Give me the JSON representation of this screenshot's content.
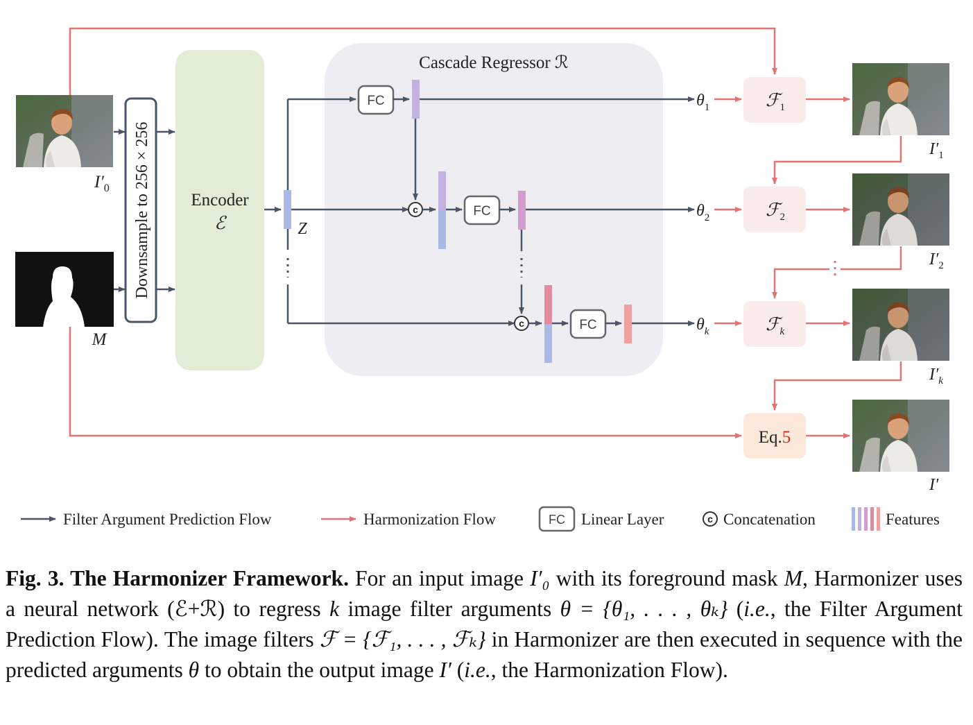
{
  "diagram": {
    "regressor_title": "Cascade Regressor ℛ",
    "encoder_label": "Encoder",
    "encoder_symbol": "ℰ",
    "downsample_label": "Downsample to 256 × 256",
    "input_image_label": "I′",
    "input_image_sub": "0",
    "mask_label": "M",
    "z_label": "Z",
    "fc_label": "FC",
    "concat_symbol": "c",
    "theta_label": "θ",
    "filters": [
      {
        "symbol": "ℱ",
        "sub": "1"
      },
      {
        "symbol": "ℱ",
        "sub": "2"
      },
      {
        "symbol": "ℱ",
        "sub": "k"
      }
    ],
    "thetas": [
      "1",
      "2",
      "k"
    ],
    "outputs": [
      {
        "label": "I′",
        "sub": "1"
      },
      {
        "label": "I′",
        "sub": "2"
      },
      {
        "label": "I′",
        "sub": "k"
      },
      {
        "label": "I′",
        "sub": ""
      }
    ],
    "eq_label": "Eq.",
    "eq_number": "5"
  },
  "legend": {
    "filter_flow": "Filter Argument Prediction Flow",
    "harmonization_flow": "Harmonization Flow",
    "fc_badge": "FC",
    "linear_layer": "Linear Layer",
    "concat_symbol": "c",
    "concatenation": "Concatenation",
    "features": "Features"
  },
  "caption": {
    "lead": "Fig. 3. The Harmonizer Framework.",
    "t1": " For an input image ",
    "m1": "I′₀",
    "t2": " with its foreground mask ",
    "m2": "M",
    "t3": ", Harmonizer uses a neural network (ℰ+ℛ) to regress ",
    "m3": "k",
    "t4": " image filter arguments ",
    "m4": "θ = {θ₁, . . . , θₖ}",
    "t5": " (",
    "m5": "i.e.",
    "t6": ", the Filter Argument Prediction Flow). The image filters ",
    "m6": "ℱ = {ℱ₁, . . . , ℱₖ}",
    "t7": " in Harmonizer are then executed in sequence with the predicted arguments ",
    "m7": "θ",
    "t8": " to obtain the output image ",
    "m8": "I′",
    "t9": " (",
    "m9": "i.e.",
    "t10": ", the Harmonization Flow)."
  },
  "colors": {
    "flow_blue": "#4a5568",
    "harmonization_red": "#e07373",
    "encoder_green": "#e2edd5",
    "regressor_gray": "#eeedf1",
    "filter_box": "#fbecec",
    "eq_box": "#fde8dc",
    "eq_number": "#e0241c",
    "feature_blue": "#aab8e6",
    "feature_purple": "#c2b2e0",
    "feature_mauve": "#d49ccf",
    "feature_pink": "#e6899e",
    "feature_salmon": "#f0a0a0"
  }
}
